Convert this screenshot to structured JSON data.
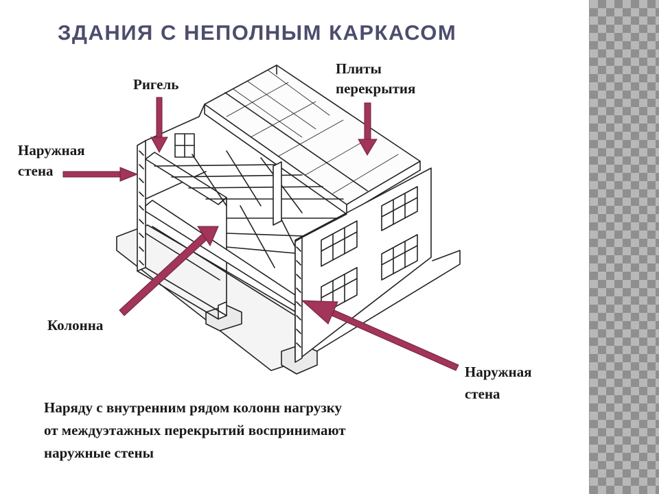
{
  "title": "ЗДАНИЯ С НЕПОЛНЫМ КАРКАСОМ",
  "labels": {
    "rigel": "Ригель",
    "slabs_line1": "Плиты",
    "slabs_line2": "перекрытия",
    "outer_wall_left_line1": "Наружная",
    "outer_wall_left_line2": "стена",
    "column": "Колонна",
    "outer_wall_right_line1": "Наружная",
    "outer_wall_right_line2": "стена"
  },
  "caption": {
    "line1": "Наряду с внутренним рядом колонн нагрузку",
    "line2": "от междуэтажных перекрытий воспринимают",
    "line3": "наружные стены"
  },
  "colors": {
    "arrow": "#a3345a",
    "title": "#4d4d6e",
    "ink": "#1a1a1a"
  }
}
